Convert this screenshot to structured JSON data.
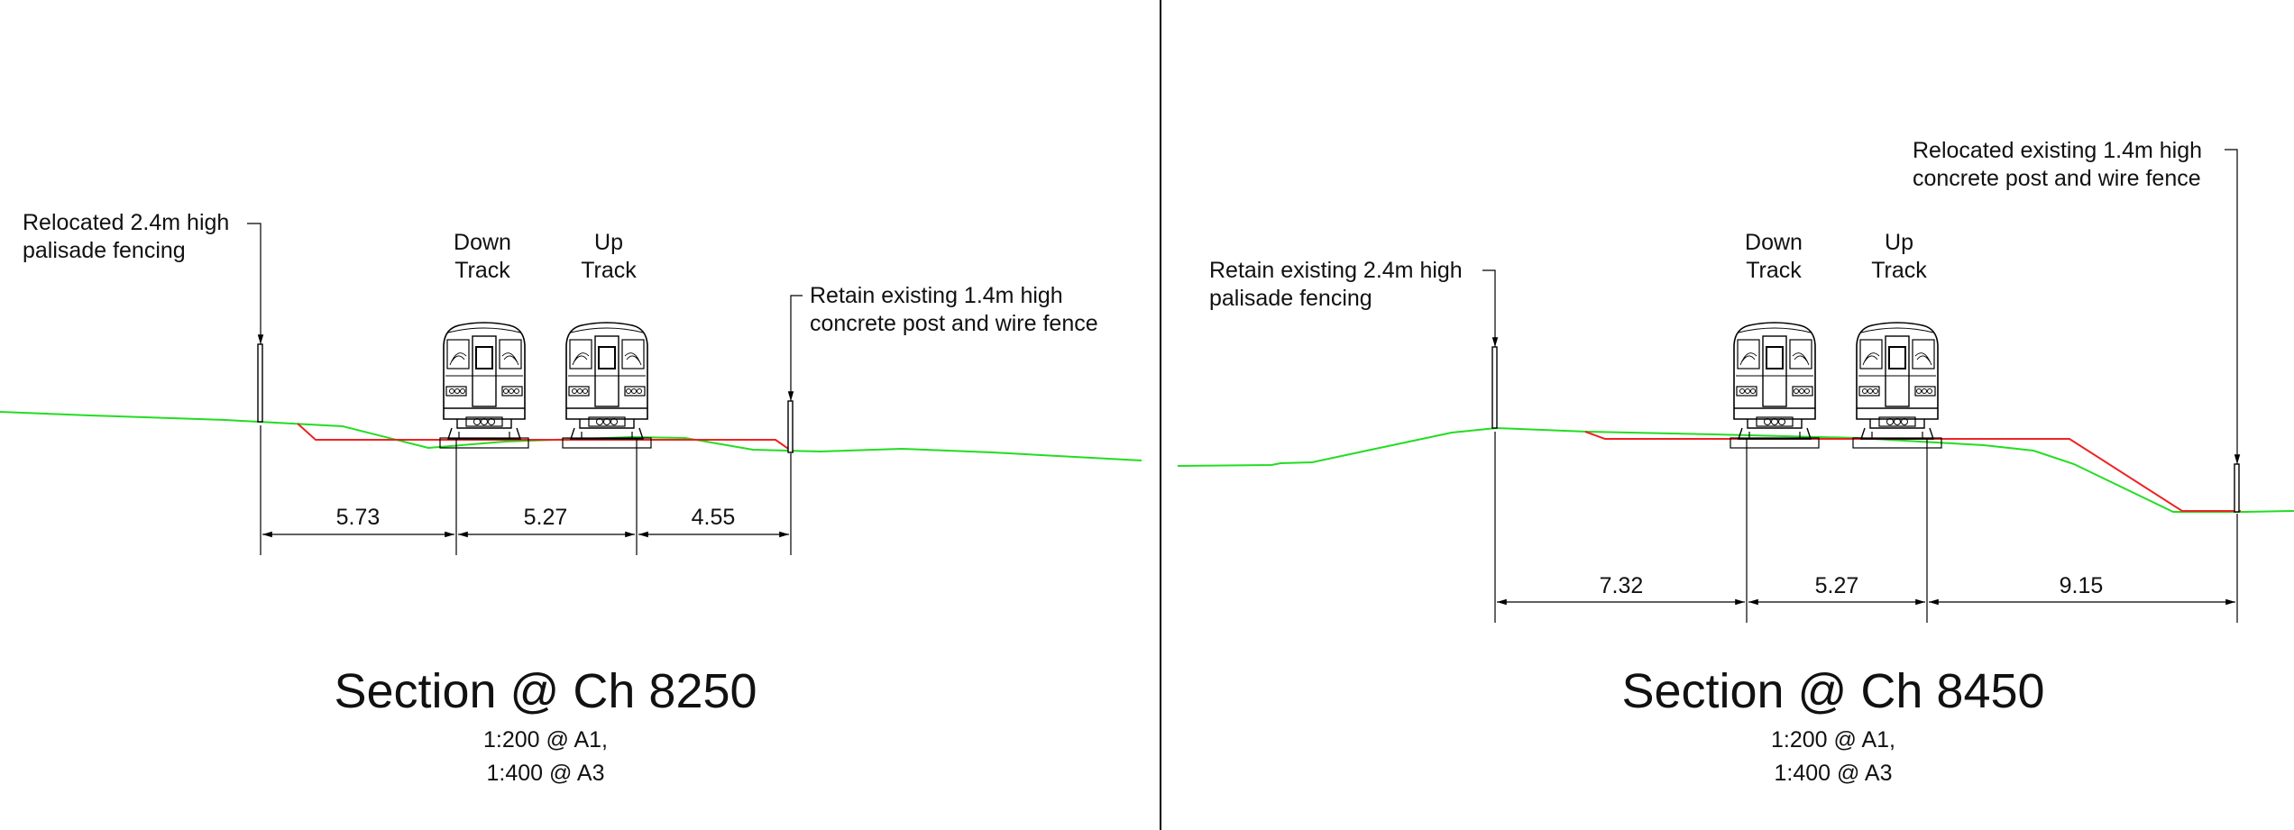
{
  "colors": {
    "existing_ground": "#22dd22",
    "proposed_formation": "#ee2222",
    "linework": "#000000"
  },
  "left_section": {
    "title": "Section @ Ch 8250",
    "scale_lines": [
      "1:200 @ A1,",
      "1:400 @ A3"
    ],
    "left_fence_note": [
      "Relocated 2.4m high",
      "palisade fencing"
    ],
    "right_fence_note": [
      "Retain existing 1.4m high",
      "concrete post and wire fence"
    ],
    "tracks": [
      {
        "label_lines": [
          "Down",
          "Track"
        ]
      },
      {
        "label_lines": [
          "Up",
          "Track"
        ]
      }
    ],
    "dimensions": [
      "5.73",
      "5.27",
      "4.55"
    ]
  },
  "right_section": {
    "title": "Section @ Ch 8450",
    "scale_lines": [
      "1:200 @ A1,",
      "1:400 @ A3"
    ],
    "left_fence_note": [
      "Retain existing 2.4m high",
      "palisade fencing"
    ],
    "right_fence_note": [
      "Relocated existing 1.4m high",
      "concrete post and wire fence"
    ],
    "tracks": [
      {
        "label_lines": [
          "Down",
          "Track"
        ]
      },
      {
        "label_lines": [
          "Up",
          "Track"
        ]
      }
    ],
    "dimensions": [
      "7.32",
      "5.27",
      "9.15"
    ]
  }
}
